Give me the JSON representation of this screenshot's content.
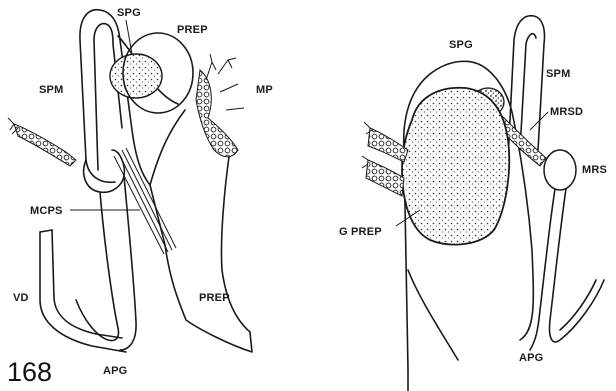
{
  "figure": {
    "number": "168",
    "left_labels": {
      "spg": "SPG",
      "prep_top": "PREP",
      "spm": "SPM",
      "mp": "MP",
      "mcps": "MCPS",
      "vd": "VD",
      "prep_bottom": "PREP",
      "apg": "APG"
    },
    "right_labels": {
      "spg": "SPG",
      "spm": "SPM",
      "mrsd": "MRSD",
      "mrs": "MRS",
      "g_prep": "G PREP",
      "apg": "APG"
    }
  }
}
